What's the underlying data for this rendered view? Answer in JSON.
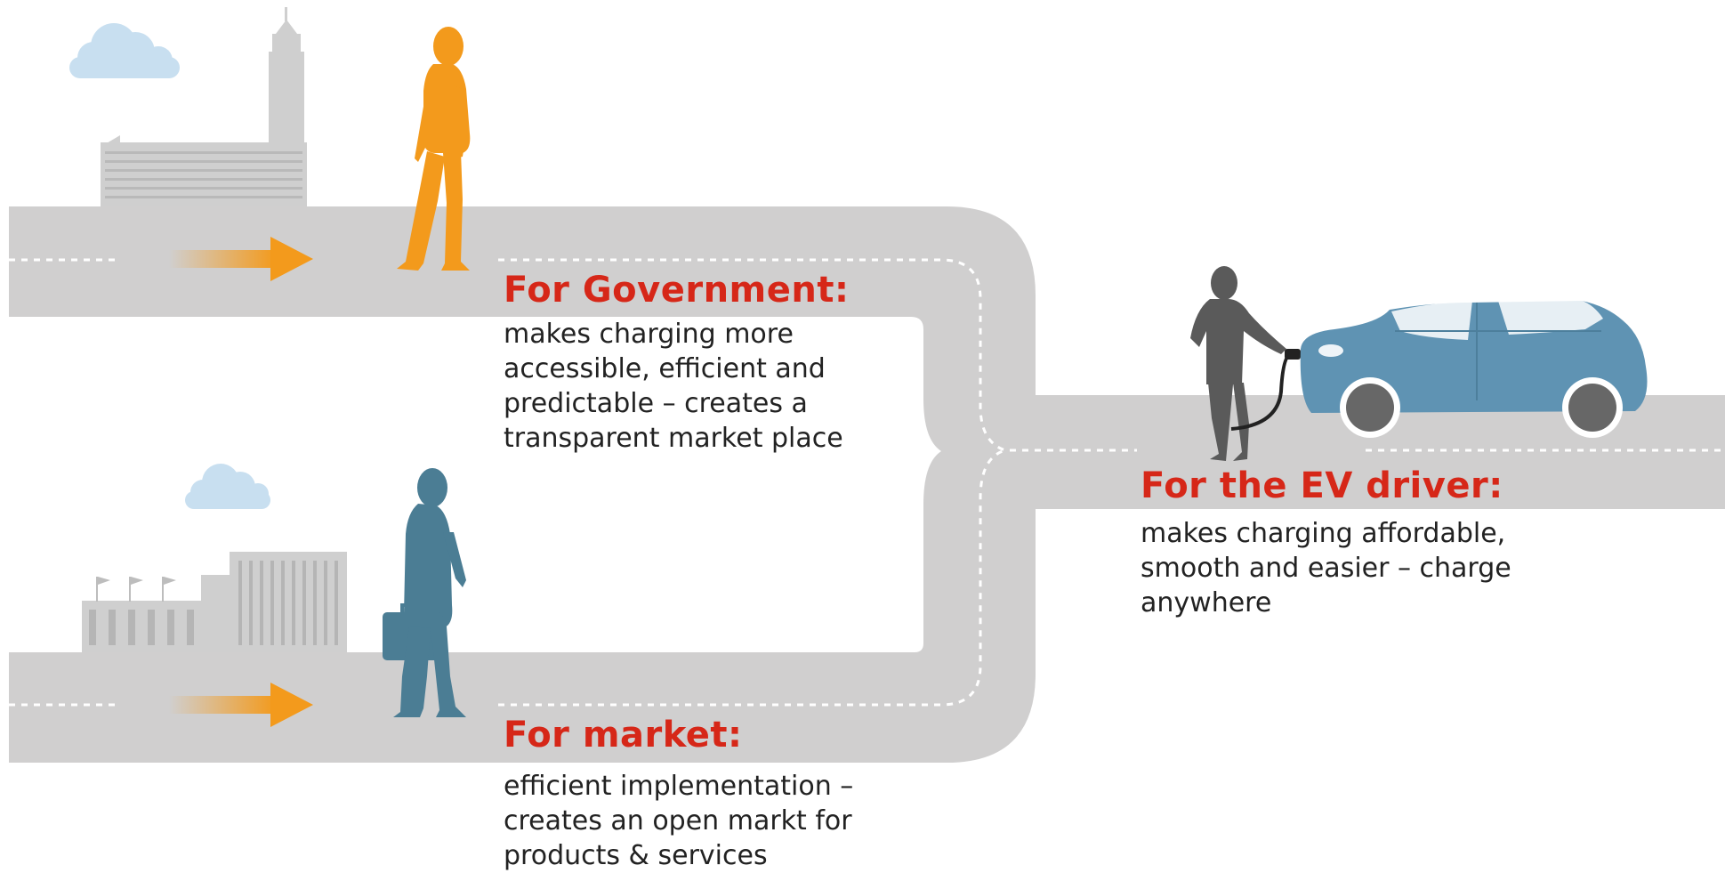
{
  "government": {
    "heading": "For Government:",
    "text": "makes charging more\naccessible, efficient and\npredictable – creates a\ntransparent market place"
  },
  "market": {
    "heading": "For market:",
    "text": "efficient implementation –\ncreates an open markt for\nproducts & services"
  },
  "driver": {
    "heading": "For the EV driver:",
    "text": "makes charging affordable,\nsmooth and easier – charge\nanywhere"
  },
  "colors": {
    "road": "#d0cfcf",
    "heading_red": "#d62718",
    "arrow_orange": "#f39a1c",
    "government_person": "#f39a1c",
    "market_person": "#4b7d94",
    "driver_person": "#5a5a5a",
    "car_body": "#5f93b3",
    "cloud": "#c8dff0",
    "building": "#cfcfcf"
  },
  "icons": {
    "government_building": "city-hall-icon",
    "market_building": "factory-icon",
    "government_person": "walking-person-icon",
    "market_person": "businessman-icon",
    "driver_person": "standing-person-icon",
    "car": "electric-car-icon",
    "charger": "charging-cable-icon"
  }
}
